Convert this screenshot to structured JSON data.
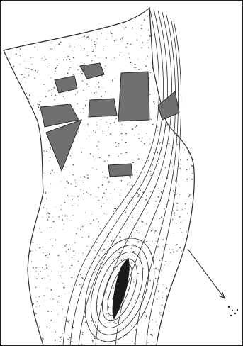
{
  "figure": {
    "subject": "geological-section-sketch",
    "colors": {
      "ink": "#2a2a2a",
      "stipple": "#555555",
      "block_fill": "#707070",
      "paper": "#ffffff"
    },
    "elements": [
      {
        "id": "rock-blocks",
        "count": 8
      },
      {
        "id": "banded-vein"
      },
      {
        "id": "lens-core"
      },
      {
        "id": "arrow",
        "direction": "down-right"
      }
    ]
  }
}
